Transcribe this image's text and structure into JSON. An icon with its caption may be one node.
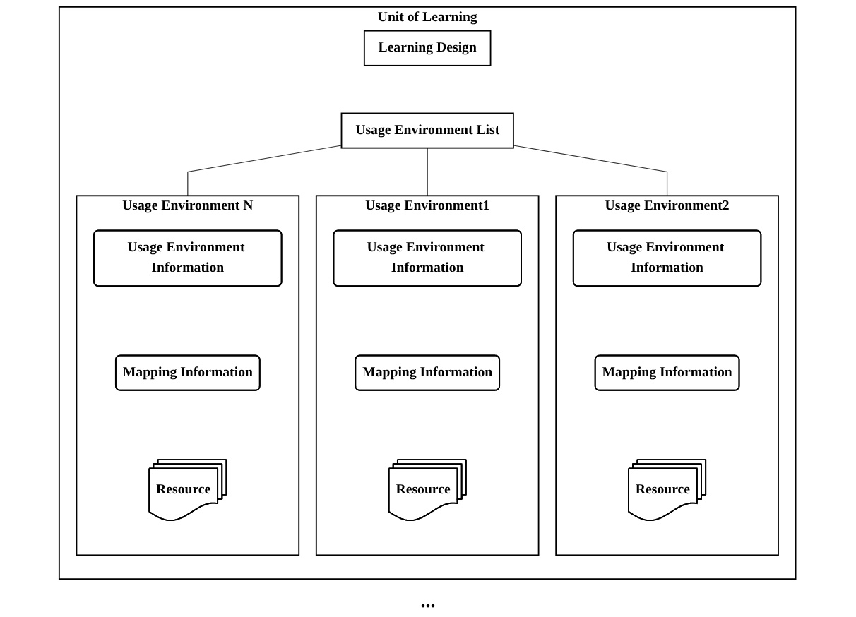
{
  "diagram": {
    "nodes": [
      {
        "text": [
          "Unit of Learning"
        ]
      },
      {
        "text": [
          "Learning Design"
        ],
        "in": 0
      },
      {
        "text": [
          "Usage Environment List"
        ],
        "in": 0
      },
      {
        "text": [
          "Usage Environment1"
        ],
        "in": 0
      },
      {
        "text": [
          "Usage Environment Information"
        ],
        "in": 3
      },
      {
        "text": [
          "Mapping Information"
        ],
        "in": 3
      },
      {
        "text": [
          "Resource"
        ],
        "in": 3
      },
      {
        "text": [
          "Usage Environment2"
        ],
        "in": 0
      },
      {
        "text": [
          "Usage Environment Information"
        ],
        "in": 7
      },
      {
        "text": [
          "Mapping Information"
        ],
        "in": 7
      },
      {
        "text": [
          "Resource"
        ],
        "in": 7
      },
      {
        "text": [
          "Usage Environment N"
        ],
        "in": 0
      },
      {
        "text": [
          "Usage Environment Information"
        ],
        "in": 11
      },
      {
        "text": [
          "Mapping Information"
        ],
        "in": 11
      },
      {
        "text": [
          "Resource"
        ],
        "in": 11
      }
    ],
    "edges": [
      {
        "from": 2,
        "to": 3,
        "arrow": "none"
      },
      {
        "from": 2,
        "to": 7,
        "arrow": "none"
      },
      {
        "from": 2,
        "to": 11,
        "arrow": "none"
      }
    ],
    "labels": [
      "..."
    ]
  }
}
